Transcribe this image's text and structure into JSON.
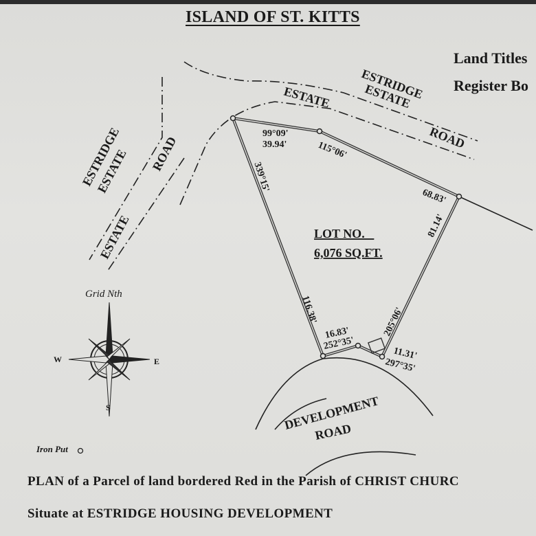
{
  "header": {
    "title": "ISLAND OF ST. KITTS",
    "land_titles": "Land Titles",
    "register": "Register Bo"
  },
  "roads": {
    "estridge_estate_road_top": [
      "ESTRIDGE",
      "ESTATE",
      "ROAD"
    ],
    "estate_word_top": "ESTATE",
    "left_estridge": "ESTRIDGE",
    "left_estate": "ESTATE",
    "left_road": "ROAD",
    "left_estate_lower": "ESTATE",
    "development_road": [
      "DEVELOPMENT",
      "ROAD"
    ]
  },
  "lot": {
    "lot_no": "LOT NO. _",
    "area": "6,076 SQ.FT."
  },
  "dimensions": {
    "bearing_top_left": "99°09'",
    "distance_top_left": "39.94'",
    "bearing_top_right": "115°06'",
    "distance_top_right": "68.83'",
    "bearing_left": "339°15'",
    "distance_left": "116.38'",
    "distance_right": "81.14'",
    "bearing_right": "205°06'",
    "distance_bottom_left": "16.83'",
    "bearing_bottom_left": "252°35'",
    "distance_bottom_right": "11.31'",
    "bearing_bottom_right": "297°35'"
  },
  "compass": {
    "label": "Grid Nth",
    "west": "W",
    "east": "E",
    "south": "S"
  },
  "legend": {
    "iron_put": "Iron Put"
  },
  "caption": {
    "line1": "PLAN of a Parcel of land bordered Red in the Parish of CHRIST CHURC",
    "line2": "Situate at ESTRIDGE HOUSING  DEVELOPMENT"
  },
  "colors": {
    "ink": "#1a1a1a",
    "paper": "#e0e0dd"
  }
}
